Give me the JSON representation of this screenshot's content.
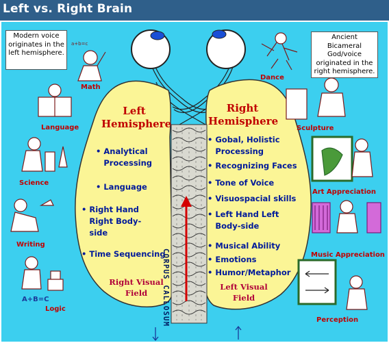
{
  "title": "Left vs. Right Brain",
  "notes": {
    "left": "Modern voice originates in the left hemisphere.",
    "right": "Ancient Bicameral God/voice originated in the right hemisphere."
  },
  "left_hemisphere": {
    "heading": "Left Hemisphere",
    "items": [
      "Analytical Processing",
      "Language",
      "Right Hand Right Body-side",
      "Time Sequencing"
    ],
    "field": "Right Visual Field"
  },
  "right_hemisphere": {
    "heading": "Right Hemisphere",
    "items": [
      "Gobal, Holistic Processing",
      "Recognizing Faces",
      "Tone of Voice",
      "Visuospacial skills",
      "Left Hand Left Body-side",
      "Musical Ability",
      "Emotions",
      "Humor/Metaphor"
    ],
    "field": "Left Visual Field"
  },
  "corpus_callosum": "CORPUS CALLOSUM",
  "left_activities": [
    "Math",
    "Language",
    "Science",
    "Writing",
    "Logic"
  ],
  "right_activities": [
    "Dance",
    "Sculpture",
    "Art Appreciation",
    "Music Appreciation",
    "Perception"
  ],
  "logic_formula": "A+B=C",
  "colors": {
    "title_bar": "#2f5f8a",
    "background": "#3ccfef",
    "hemisphere_fill": "#fbf596",
    "heading_text": "#c00000",
    "item_text": "#001a9a",
    "eye_iris": "#1a4fd6",
    "arrow": "#d40000"
  }
}
